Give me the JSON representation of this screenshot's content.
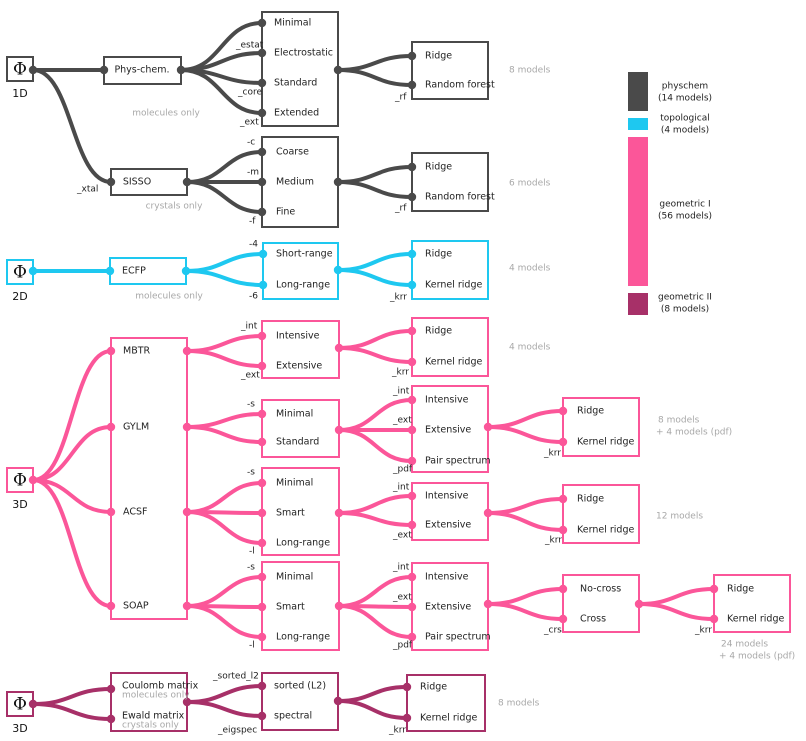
{
  "colors": {
    "physchem": "#4a4a4a",
    "topological": "#1ec8f0",
    "geometric1": "#fb5699",
    "geometric2": "#a73068",
    "note": "#a8a8a8"
  },
  "phi_symbol": "Φ",
  "levels": {
    "d1": "1D",
    "d2": "2D",
    "d3a": "3D",
    "d3b": "3D"
  },
  "physchem": {
    "phys_label": "Phys-chem.",
    "sisso_label": "SISSO",
    "mol_only": "molecules only",
    "cry_only": "crystals only",
    "xtal": "_xtal",
    "variants": [
      "Minimal",
      "Electrostatic",
      "Standard",
      "Extended"
    ],
    "variant_suffixes": [
      "_estat",
      "_core",
      "_ext"
    ],
    "sisso_variants": [
      "Coarse",
      "Medium",
      "Fine"
    ],
    "sisso_suffixes": [
      "-c",
      "-m",
      "-f"
    ],
    "models": [
      "Ridge",
      "Random forest"
    ],
    "rf": "_rf",
    "count1": "8 models",
    "count2": "6 models"
  },
  "topological": {
    "ecfp": "ECFP",
    "mol_only": "molecules only",
    "variants": [
      "Short-range",
      "Long-range"
    ],
    "suffixes": [
      "-4",
      "-6"
    ],
    "models": [
      "Ridge",
      "Kernel ridge"
    ],
    "krr": "_krr",
    "count": "4 models"
  },
  "geometric1": {
    "descriptors": [
      "MBTR",
      "GYLM",
      "ACSF",
      "SOAP"
    ],
    "mbtr_variants": [
      "Intensive",
      "Extensive"
    ],
    "mbtr_suffixes": [
      "_int",
      "_ext"
    ],
    "gylm_variants": [
      "Minimal",
      "Standard"
    ],
    "gylm_suffix": "-s",
    "acsf_variants": [
      "Minimal",
      "Smart",
      "Long-range"
    ],
    "acsf_suffixes": [
      "-s",
      "-l"
    ],
    "soap_variants": [
      "Minimal",
      "Smart",
      "Long-range"
    ],
    "soap_suffixes": [
      "-s",
      "-l"
    ],
    "agg3": [
      "Intensive",
      "Extensive",
      "Pair spectrum"
    ],
    "agg3_suffixes": [
      "_int",
      "_ext",
      "_pdf"
    ],
    "agg2": [
      "Intensive",
      "Extensive"
    ],
    "agg2_suffixes": [
      "_int",
      "_ext"
    ],
    "cross": [
      "No-cross",
      "Cross"
    ],
    "crs": "_crs",
    "models": [
      "Ridge",
      "Kernel ridge"
    ],
    "krr": "_krr",
    "count_mbtr": "4 models",
    "count_gylm_1": "8 models",
    "count_gylm_2": "+ 4 models (pdf)",
    "count_acsf": "12 models",
    "count_soap_1": "24 models",
    "count_soap_2": "+ 4 models (pdf)"
  },
  "geometric2": {
    "coulomb": "Coulomb matrix",
    "coulomb_note": "molecules only",
    "ewald": "Ewald matrix",
    "ewald_note": "crystals only",
    "variants": [
      "sorted (L2)",
      "spectral"
    ],
    "suffixes": [
      "_sorted_l2",
      "_eigspec"
    ],
    "models": [
      "Ridge",
      "Kernel ridge"
    ],
    "krr": "_krr",
    "count": "8 models"
  },
  "legend": [
    {
      "line1": "physchem",
      "line2": "(14 models)",
      "color": "#4a4a4a"
    },
    {
      "line1": "topological",
      "line2": "(4 models)",
      "color": "#1ec8f0"
    },
    {
      "line1": "geometric I",
      "line2": "(56 models)",
      "color": "#fb5699"
    },
    {
      "line1": "geometric II",
      "line2": "(8 models)",
      "color": "#a73068"
    }
  ]
}
